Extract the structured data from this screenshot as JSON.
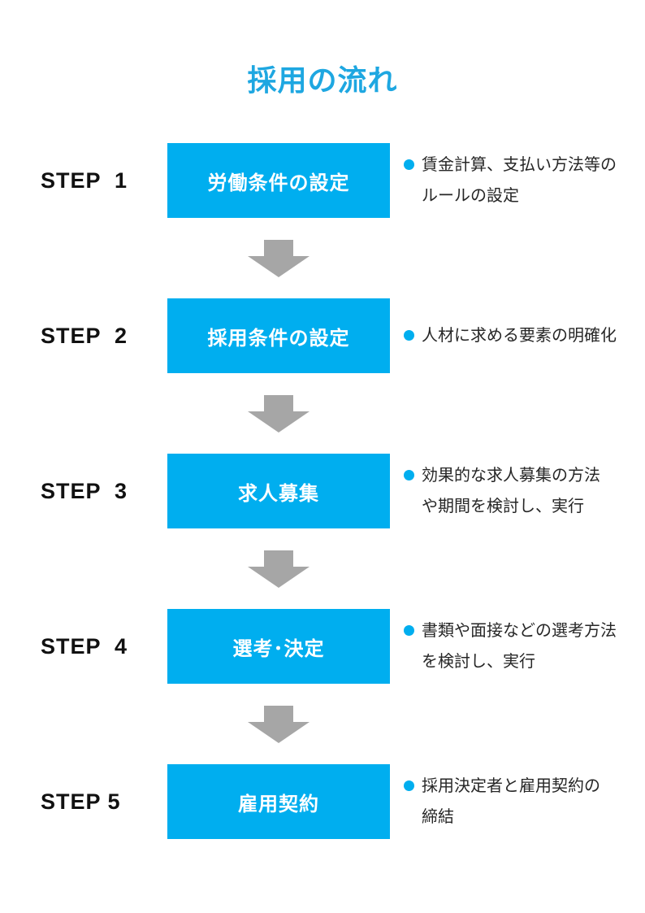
{
  "title": {
    "text": "採用の流れ"
  },
  "colors": {
    "accent_blue": "#00AEEF",
    "title_blue": "#1EA7E1",
    "arrow_gray": "#A6A6A6",
    "label_black": "#111111",
    "text_dark": "#262626"
  },
  "steps": [
    {
      "label": "STEP  1",
      "box": "労働条件の設定",
      "desc_line1": "賃金計算、支払い方法等の",
      "desc_line2": "ルールの設定"
    },
    {
      "label": "STEP  2",
      "box": "採用条件の設定",
      "desc_line1": "人材に求める要素の明確化",
      "desc_line2": ""
    },
    {
      "label": "STEP  3",
      "box": "求人募集",
      "desc_line1": "効果的な求人募集の方法",
      "desc_line2": "や期間を検討し、実行"
    },
    {
      "label": "STEP  4",
      "box": "選考･決定",
      "desc_line1": "書類や面接などの選考方法",
      "desc_line2": "を検討し、実行"
    },
    {
      "label": "STEP 5",
      "box": "雇用契約",
      "desc_line1": "採用決定者と雇用契約の",
      "desc_line2": "締結"
    }
  ]
}
